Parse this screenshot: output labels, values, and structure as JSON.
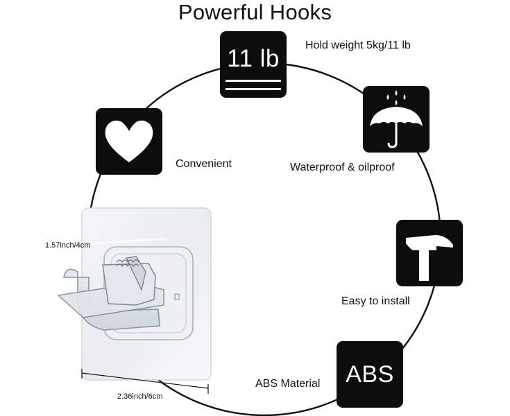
{
  "title": "Powerful Hooks",
  "features": {
    "weight": {
      "icon_text": "11 lb",
      "label": "Hold weight 5kg/11 lb",
      "icon": "weight-badge-icon"
    },
    "waterproof": {
      "label": "Waterproof & oilproof",
      "icon": "umbrella-rain-icon"
    },
    "install": {
      "label": "Easy to install",
      "icon": "hammer-icon"
    },
    "material": {
      "icon_text": "ABS",
      "label": "ABS Material",
      "icon": "abs-badge-icon"
    },
    "convenient": {
      "label": "Convenient",
      "icon": "heart-icon"
    }
  },
  "dimensions": {
    "height": "1.57inch/4cm",
    "width": "2.36inch/6cm"
  },
  "colors": {
    "icon_bg": "#0d0d0d",
    "circle": "#111111",
    "text": "#111111"
  }
}
